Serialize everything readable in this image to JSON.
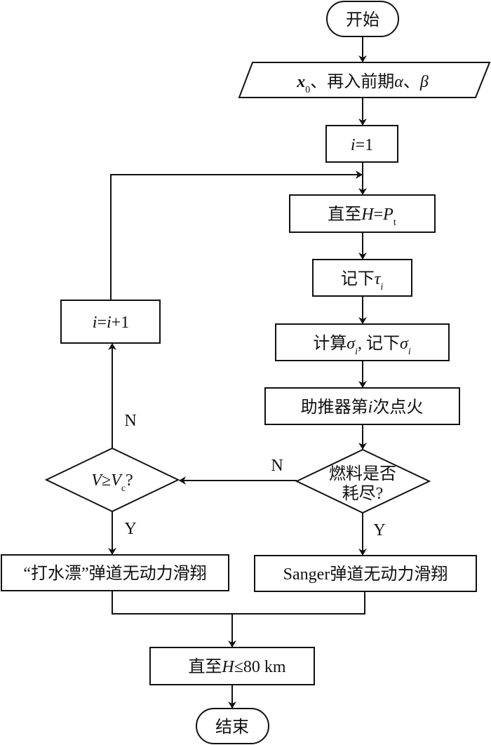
{
  "diagram": {
    "type": "flowchart",
    "nodes": {
      "start": {
        "kind": "terminal",
        "text": "开始"
      },
      "input": {
        "kind": "io",
        "parts": [
          {
            "t": "x",
            "style": "it bold"
          },
          {
            "t": "0",
            "style": "sub"
          },
          {
            "t": "、再入前期",
            "style": ""
          },
          {
            "t": "α",
            "style": "it"
          },
          {
            "t": "、",
            "style": ""
          },
          {
            "t": "β",
            "style": "it"
          }
        ]
      },
      "init": {
        "kind": "process",
        "parts": [
          {
            "t": "i",
            "style": "it"
          },
          {
            "t": "=1",
            "style": ""
          }
        ]
      },
      "untilPt": {
        "kind": "process",
        "parts": [
          {
            "t": "直至",
            "style": ""
          },
          {
            "t": "H",
            "style": "it"
          },
          {
            "t": "=",
            "style": ""
          },
          {
            "t": "P",
            "style": "it"
          },
          {
            "t": "t",
            "style": "sub"
          }
        ]
      },
      "recordTau": {
        "kind": "process",
        "parts": [
          {
            "t": "记下",
            "style": ""
          },
          {
            "t": "τ",
            "style": "it"
          },
          {
            "t": "i",
            "style": "sub it"
          }
        ]
      },
      "calcSigma": {
        "kind": "process",
        "parts": [
          {
            "t": "计算",
            "style": ""
          },
          {
            "t": "σ",
            "style": "it"
          },
          {
            "t": "i",
            "style": "sub it"
          },
          {
            "t": ", 记下",
            "style": ""
          },
          {
            "t": "σ",
            "style": "it"
          },
          {
            "t": "i",
            "style": "sub it"
          }
        ]
      },
      "ignite": {
        "kind": "process",
        "parts": [
          {
            "t": "助推器第",
            "style": ""
          },
          {
            "t": "i",
            "style": "it"
          },
          {
            "t": "次点火",
            "style": ""
          }
        ]
      },
      "fuelCheck": {
        "kind": "decision",
        "lines": [
          "燃料是否",
          "耗尽?"
        ]
      },
      "velCheck": {
        "kind": "decision",
        "parts": [
          {
            "t": "V",
            "style": "it"
          },
          {
            "t": "≥",
            "style": ""
          },
          {
            "t": "V",
            "style": "it"
          },
          {
            "t": "c",
            "style": "sub"
          },
          {
            "t": "?",
            "style": ""
          }
        ]
      },
      "increment": {
        "kind": "process",
        "parts": [
          {
            "t": "i",
            "style": "it"
          },
          {
            "t": "=",
            "style": ""
          },
          {
            "t": "i",
            "style": "it"
          },
          {
            "t": "+1",
            "style": ""
          }
        ]
      },
      "skipGlide": {
        "kind": "process",
        "text": "“打水漂”弹道无动力滑翔"
      },
      "sangerGlide": {
        "kind": "process",
        "text": "Sanger弹道无动力滑翔"
      },
      "untilH80": {
        "kind": "process",
        "parts": [
          {
            "t": "直至",
            "style": ""
          },
          {
            "t": "H",
            "style": "it"
          },
          {
            "t": "≤80 km",
            "style": ""
          }
        ]
      },
      "end": {
        "kind": "terminal",
        "text": "结束"
      }
    },
    "edge_labels": {
      "fuel_no": "N",
      "fuel_yes": "Y",
      "vel_no": "N",
      "vel_yes": "Y"
    },
    "edges": [
      [
        "start",
        "input"
      ],
      [
        "input",
        "init"
      ],
      [
        "init",
        "untilPt"
      ],
      [
        "untilPt",
        "recordTau"
      ],
      [
        "recordTau",
        "calcSigma"
      ],
      [
        "calcSigma",
        "ignite"
      ],
      [
        "ignite",
        "fuelCheck"
      ],
      [
        "fuelCheck",
        "velCheck",
        "N"
      ],
      [
        "fuelCheck",
        "sangerGlide",
        "Y"
      ],
      [
        "velCheck",
        "increment",
        "N"
      ],
      [
        "velCheck",
        "skipGlide",
        "Y"
      ],
      [
        "increment",
        "untilPt"
      ],
      [
        "skipGlide",
        "untilH80"
      ],
      [
        "sangerGlide",
        "untilH80"
      ],
      [
        "untilH80",
        "end"
      ]
    ]
  }
}
